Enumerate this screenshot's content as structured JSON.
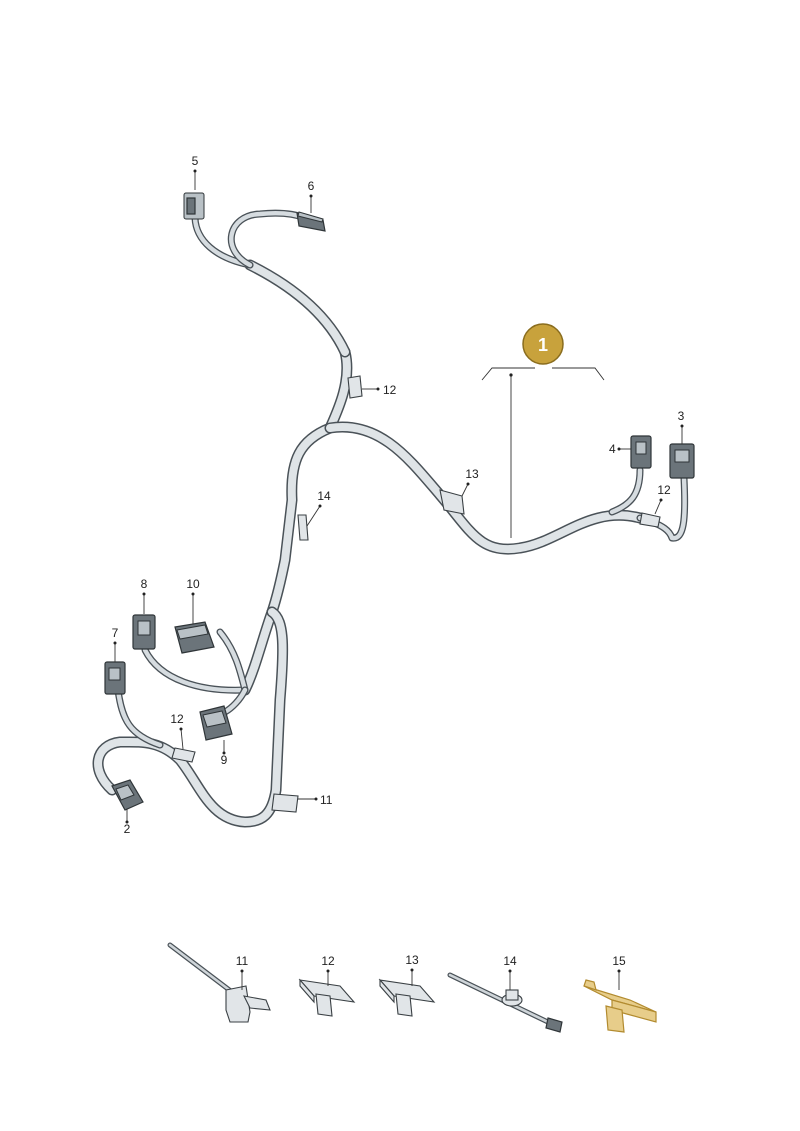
{
  "main_callout": {
    "label": "1",
    "color": "#c8a23c",
    "border": "#8a6d1e",
    "text_color": "#ffffff"
  },
  "callouts": {
    "c2": "2",
    "c3": "3",
    "c4": "4",
    "c5": "5",
    "c6": "6",
    "c7": "7",
    "c8": "8",
    "c9": "9",
    "c10": "10",
    "c11": "11",
    "c12a": "12",
    "c12b": "12",
    "c12c": "12",
    "c13": "13",
    "c14": "14"
  },
  "parts_row": {
    "p11": "11",
    "p12": "12",
    "p13": "13",
    "p14": "14",
    "p15": "15"
  },
  "colors": {
    "wire_outline": "#4a5258",
    "wire_fill": "#d6dce0",
    "highlight_part": "#e7cd8a"
  }
}
